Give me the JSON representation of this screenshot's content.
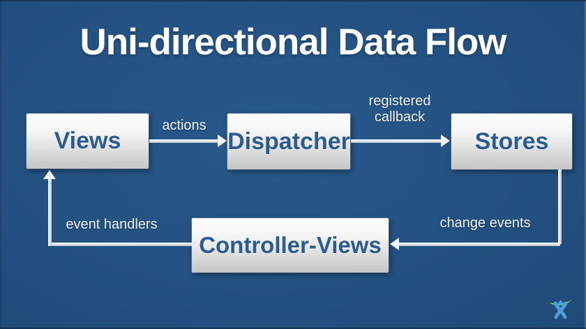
{
  "title": "Uni-directional Data Flow",
  "nodes": [
    {
      "id": "views",
      "label": "Views"
    },
    {
      "id": "dispatcher",
      "label": "Dispatcher"
    },
    {
      "id": "stores",
      "label": "Stores"
    },
    {
      "id": "controller_views",
      "label": "Controller-Views"
    }
  ],
  "edges": [
    {
      "from": "views",
      "to": "dispatcher",
      "label": "actions"
    },
    {
      "from": "dispatcher",
      "to": "stores",
      "label": "registered callback"
    },
    {
      "from": "stores",
      "to": "controller_views",
      "label": "change events"
    },
    {
      "from": "controller_views",
      "to": "views",
      "label": "event handlers"
    }
  ],
  "icons": {
    "logo": "atlassian-logo"
  },
  "colors": {
    "background": "#235181",
    "node_text": "#2b5c90",
    "node_fill_top": "#ffffff",
    "node_fill_bottom": "#c6c6c6",
    "edge_text": "#eef3f8",
    "arrow": "#f2f5f8",
    "logo_blue": "#4f9fd4",
    "logo_green": "#93c83d"
  }
}
